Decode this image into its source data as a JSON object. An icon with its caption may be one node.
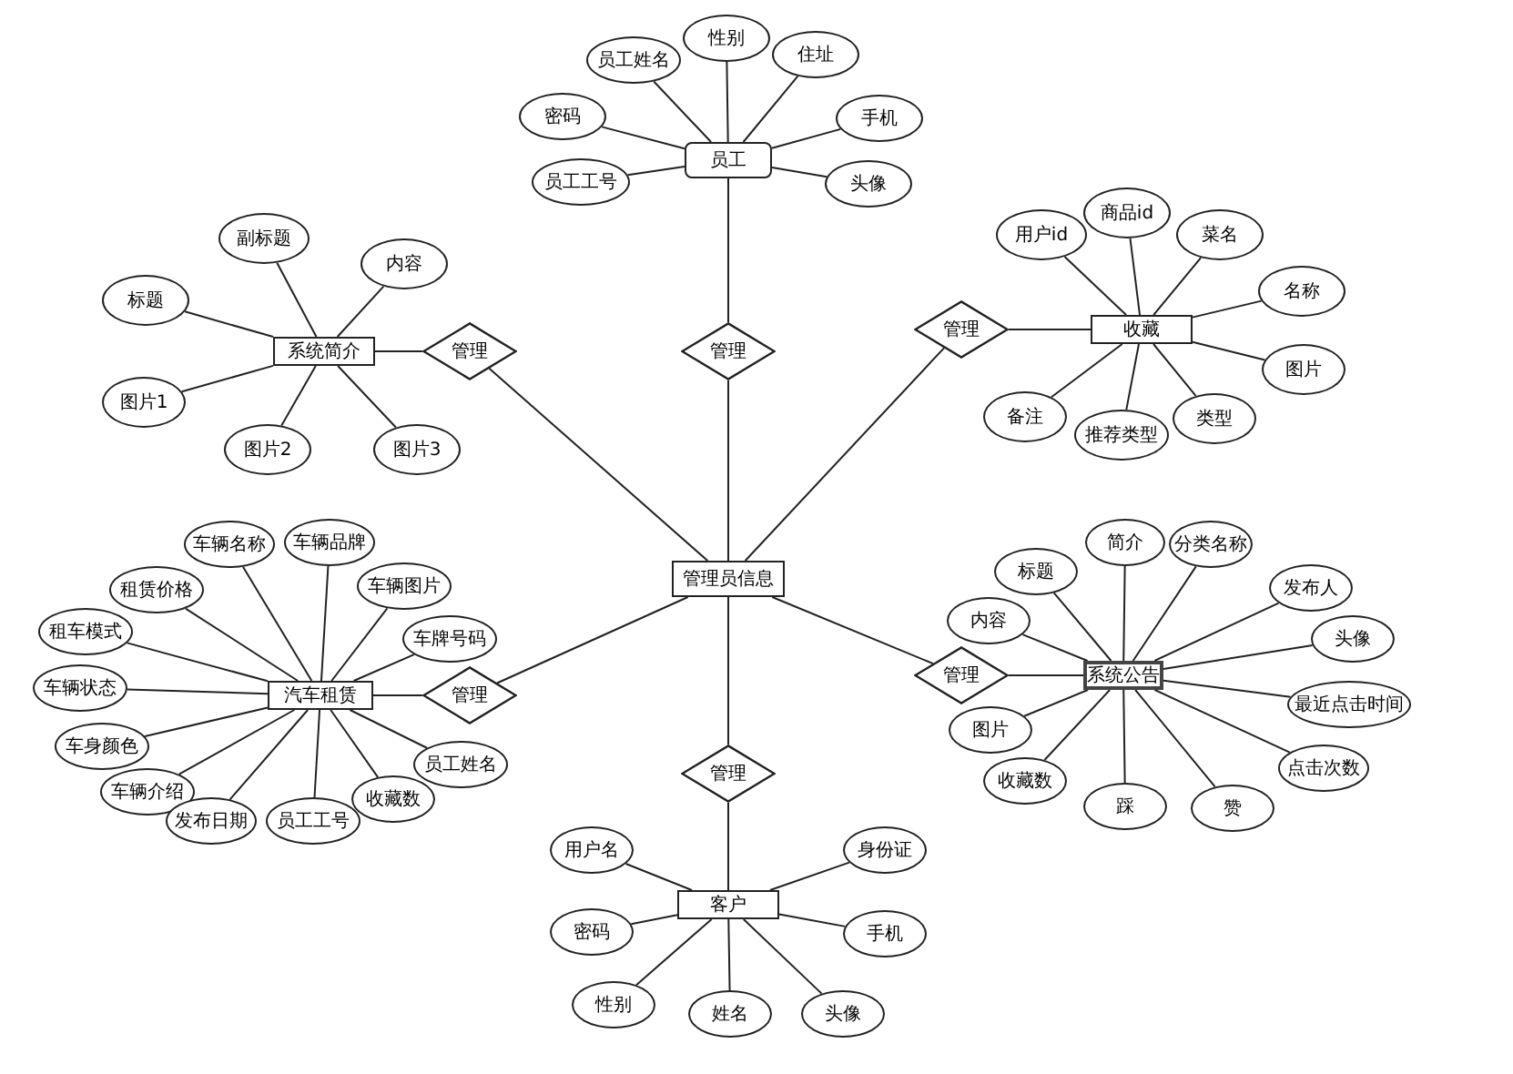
{
  "diagram": {
    "nodes": [
      {
        "text": [
          "员工"
        ]
      },
      {
        "text": [
          "员工姓名"
        ]
      },
      {
        "text": [
          "性别"
        ]
      },
      {
        "text": [
          "住址"
        ]
      },
      {
        "text": [
          "密码"
        ]
      },
      {
        "text": [
          "手机"
        ]
      },
      {
        "text": [
          "员工工号"
        ]
      },
      {
        "text": [
          "头像"
        ]
      },
      {
        "text": [
          "管理"
        ]
      },
      {
        "text": [
          "系统简介"
        ]
      },
      {
        "text": [
          "副标题"
        ]
      },
      {
        "text": [
          "内容"
        ]
      },
      {
        "text": [
          "标题"
        ]
      },
      {
        "text": [
          "图片1"
        ]
      },
      {
        "text": [
          "图片2"
        ]
      },
      {
        "text": [
          "图片3"
        ]
      },
      {
        "text": [
          "管理"
        ]
      },
      {
        "text": [
          "收藏"
        ]
      },
      {
        "text": [
          "用户id"
        ]
      },
      {
        "text": [
          "商品id"
        ]
      },
      {
        "text": [
          "菜名"
        ]
      },
      {
        "text": [
          "名称"
        ]
      },
      {
        "text": [
          "图片"
        ]
      },
      {
        "text": [
          "类型"
        ]
      },
      {
        "text": [
          "推荐类型"
        ]
      },
      {
        "text": [
          "备注"
        ]
      },
      {
        "text": [
          "管理"
        ]
      },
      {
        "text": [
          "管理员信息"
        ]
      },
      {
        "text": [
          "汽车租赁"
        ]
      },
      {
        "text": [
          "车辆名称"
        ]
      },
      {
        "text": [
          "车辆品牌"
        ]
      },
      {
        "text": [
          "车辆图片"
        ]
      },
      {
        "text": [
          "车牌号码"
        ]
      },
      {
        "text": [
          "租赁价格"
        ]
      },
      {
        "text": [
          "租车模式"
        ]
      },
      {
        "text": [
          "车辆状态"
        ]
      },
      {
        "text": [
          "车身颜色"
        ]
      },
      {
        "text": [
          "车辆介绍"
        ]
      },
      {
        "text": [
          "发布日期"
        ]
      },
      {
        "text": [
          "员工工号"
        ]
      },
      {
        "text": [
          "收藏数"
        ]
      },
      {
        "text": [
          "员工姓名"
        ]
      },
      {
        "text": [
          "管理"
        ]
      },
      {
        "text": [
          "系统公告"
        ]
      },
      {
        "text": [
          "标题"
        ]
      },
      {
        "text": [
          "简介"
        ]
      },
      {
        "text": [
          "分类名称"
        ]
      },
      {
        "text": [
          "内容"
        ]
      },
      {
        "text": [
          "发布人"
        ]
      },
      {
        "text": [
          "头像"
        ]
      },
      {
        "text": [
          "最近点击时间"
        ]
      },
      {
        "text": [
          "图片"
        ]
      },
      {
        "text": [
          "点击次数"
        ]
      },
      {
        "text": [
          "收藏数"
        ]
      },
      {
        "text": [
          "踩"
        ]
      },
      {
        "text": [
          "赞"
        ]
      },
      {
        "text": [
          "管理"
        ]
      },
      {
        "text": [
          "管理"
        ]
      },
      {
        "text": [
          "客户"
        ]
      },
      {
        "text": [
          "用户名"
        ]
      },
      {
        "text": [
          "身份证"
        ]
      },
      {
        "text": [
          "密码"
        ]
      },
      {
        "text": [
          "手机"
        ]
      },
      {
        "text": [
          "性别"
        ]
      },
      {
        "text": [
          "姓名"
        ]
      },
      {
        "text": [
          "头像"
        ]
      }
    ],
    "edges": [
      {
        "from": 0,
        "to": 1,
        "arrow": "none"
      },
      {
        "from": 0,
        "to": 2,
        "arrow": "none"
      },
      {
        "from": 0,
        "to": 3,
        "arrow": "none"
      },
      {
        "from": 0,
        "to": 4,
        "arrow": "none"
      },
      {
        "from": 0,
        "to": 5,
        "arrow": "none"
      },
      {
        "from": 0,
        "to": 6,
        "arrow": "none"
      },
      {
        "from": 0,
        "to": 7,
        "arrow": "none"
      },
      {
        "from": 0,
        "to": 8,
        "arrow": "none"
      },
      {
        "from": 8,
        "to": 27,
        "arrow": "none"
      },
      {
        "from": 9,
        "to": 10,
        "arrow": "none"
      },
      {
        "from": 9,
        "to": 11,
        "arrow": "none"
      },
      {
        "from": 9,
        "to": 12,
        "arrow": "none"
      },
      {
        "from": 9,
        "to": 13,
        "arrow": "none"
      },
      {
        "from": 9,
        "to": 14,
        "arrow": "none"
      },
      {
        "from": 9,
        "to": 15,
        "arrow": "none"
      },
      {
        "from": 9,
        "to": 16,
        "arrow": "none"
      },
      {
        "from": 16,
        "to": 27,
        "arrow": "none"
      },
      {
        "from": 17,
        "to": 18,
        "arrow": "none"
      },
      {
        "from": 17,
        "to": 19,
        "arrow": "none"
      },
      {
        "from": 17,
        "to": 20,
        "arrow": "none"
      },
      {
        "from": 17,
        "to": 21,
        "arrow": "none"
      },
      {
        "from": 17,
        "to": 22,
        "arrow": "none"
      },
      {
        "from": 17,
        "to": 23,
        "arrow": "none"
      },
      {
        "from": 17,
        "to": 24,
        "arrow": "none"
      },
      {
        "from": 17,
        "to": 25,
        "arrow": "none"
      },
      {
        "from": 17,
        "to": 26,
        "arrow": "none"
      },
      {
        "from": 26,
        "to": 27,
        "arrow": "none"
      },
      {
        "from": 28,
        "to": 29,
        "arrow": "none"
      },
      {
        "from": 28,
        "to": 30,
        "arrow": "none"
      },
      {
        "from": 28,
        "to": 31,
        "arrow": "none"
      },
      {
        "from": 28,
        "to": 32,
        "arrow": "none"
      },
      {
        "from": 28,
        "to": 33,
        "arrow": "none"
      },
      {
        "from": 28,
        "to": 34,
        "arrow": "none"
      },
      {
        "from": 28,
        "to": 35,
        "arrow": "none"
      },
      {
        "from": 28,
        "to": 36,
        "arrow": "none"
      },
      {
        "from": 28,
        "to": 37,
        "arrow": "none"
      },
      {
        "from": 28,
        "to": 38,
        "arrow": "none"
      },
      {
        "from": 28,
        "to": 39,
        "arrow": "none"
      },
      {
        "from": 28,
        "to": 40,
        "arrow": "none"
      },
      {
        "from": 28,
        "to": 41,
        "arrow": "none"
      },
      {
        "from": 28,
        "to": 42,
        "arrow": "none"
      },
      {
        "from": 42,
        "to": 27,
        "arrow": "none"
      },
      {
        "from": 43,
        "to": 44,
        "arrow": "none"
      },
      {
        "from": 43,
        "to": 45,
        "arrow": "none"
      },
      {
        "from": 43,
        "to": 46,
        "arrow": "none"
      },
      {
        "from": 43,
        "to": 47,
        "arrow": "none"
      },
      {
        "from": 43,
        "to": 48,
        "arrow": "none"
      },
      {
        "from": 43,
        "to": 49,
        "arrow": "none"
      },
      {
        "from": 43,
        "to": 50,
        "arrow": "none"
      },
      {
        "from": 43,
        "to": 51,
        "arrow": "none"
      },
      {
        "from": 43,
        "to": 52,
        "arrow": "none"
      },
      {
        "from": 43,
        "to": 53,
        "arrow": "none"
      },
      {
        "from": 43,
        "to": 54,
        "arrow": "none"
      },
      {
        "from": 43,
        "to": 55,
        "arrow": "none"
      },
      {
        "from": 43,
        "to": 56,
        "arrow": "none"
      },
      {
        "from": 56,
        "to": 27,
        "arrow": "none"
      },
      {
        "from": 27,
        "to": 57,
        "arrow": "none"
      },
      {
        "from": 57,
        "to": 58,
        "arrow": "none"
      },
      {
        "from": 58,
        "to": 59,
        "arrow": "none"
      },
      {
        "from": 58,
        "to": 60,
        "arrow": "none"
      },
      {
        "from": 58,
        "to": 61,
        "arrow": "none"
      },
      {
        "from": 58,
        "to": 62,
        "arrow": "none"
      },
      {
        "from": 58,
        "to": 63,
        "arrow": "none"
      },
      {
        "from": 58,
        "to": 64,
        "arrow": "none"
      },
      {
        "from": 58,
        "to": 65,
        "arrow": "none"
      }
    ]
  }
}
